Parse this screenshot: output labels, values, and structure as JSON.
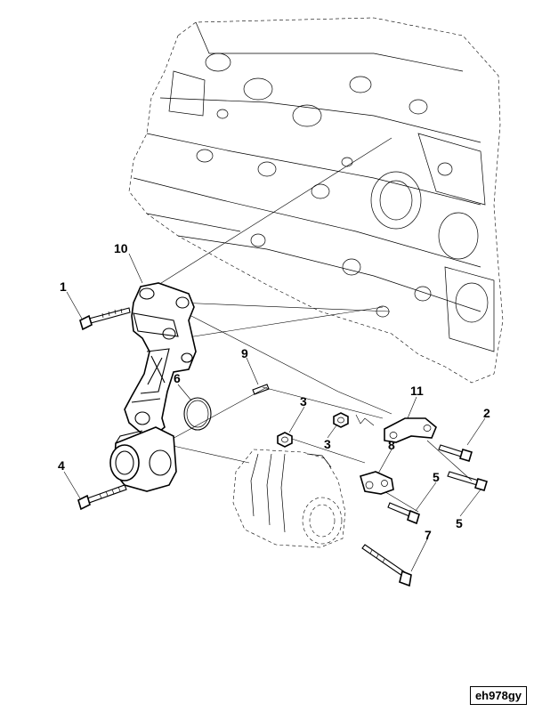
{
  "callouts": {
    "c1": "1",
    "c2": "2",
    "c3a": "3",
    "c3b": "3",
    "c4": "4",
    "c5a": "5",
    "c5b": "5",
    "c6": "6",
    "c7": "7",
    "c8": "8",
    "c9": "9",
    "c10": "10",
    "c11": "11"
  },
  "figure_id": "eh978gy"
}
